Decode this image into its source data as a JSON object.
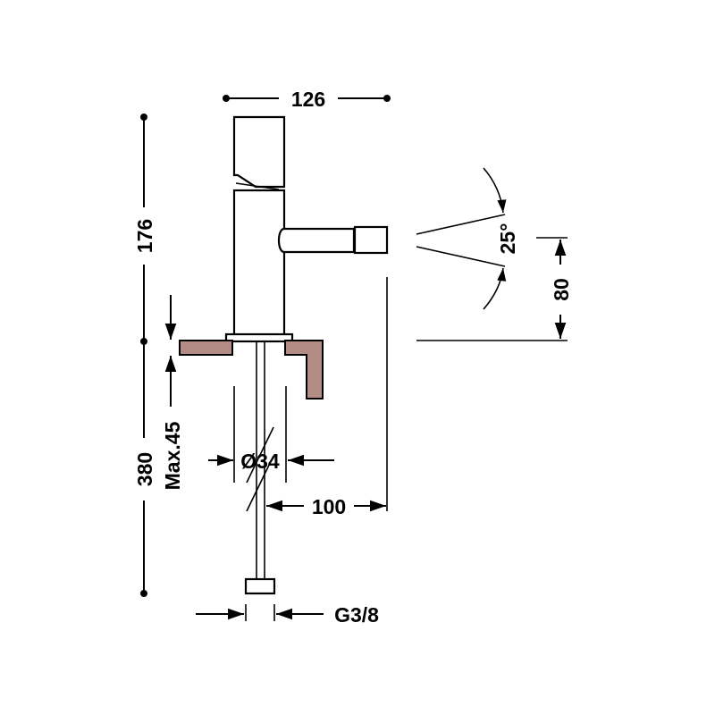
{
  "dimensions": {
    "width_top": "126",
    "height_body": "176",
    "height_total": "380",
    "max_deck": "Max.45",
    "diameter": "Ø34",
    "spout_reach": "100",
    "spout_height": "80",
    "angle": "25°",
    "thread": "G3/8"
  },
  "colors": {
    "line": "#000000",
    "hatch_fill": "#b48c86",
    "background": "#ffffff"
  }
}
